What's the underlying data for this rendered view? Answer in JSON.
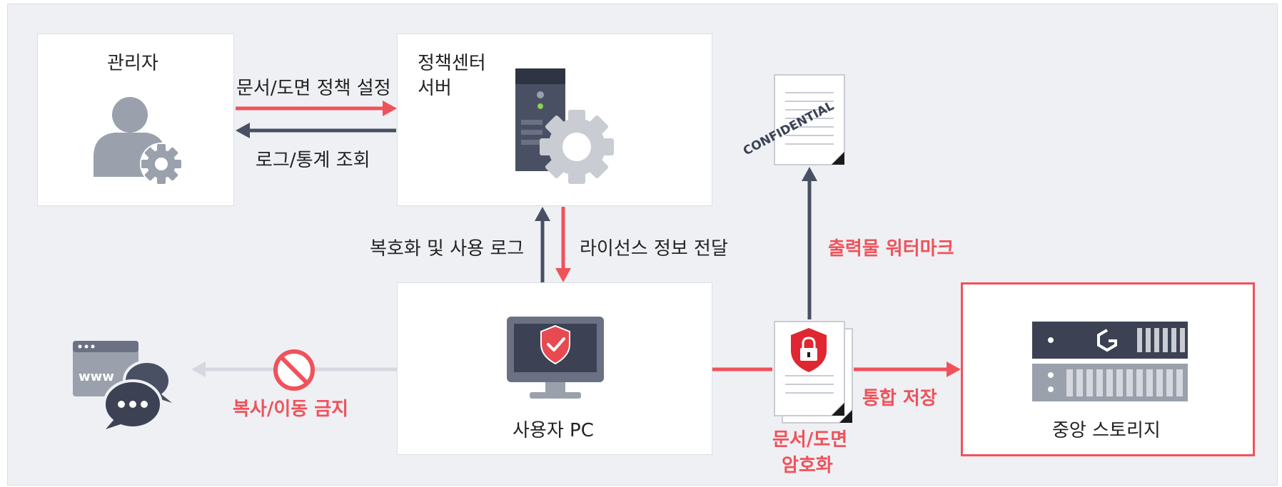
{
  "nodes": {
    "admin": {
      "title": "관리자"
    },
    "policy_server": {
      "title_line1": "정책센터",
      "title_line2": "서버"
    },
    "user_pc": {
      "title": "사용자 PC"
    },
    "central_storage": {
      "title": "중앙 스토리지"
    }
  },
  "edges": {
    "set_policy": "문서/도면 정책 설정",
    "log_stats": "로그/통계 조회",
    "decrypt_log": "복호화 및 사용 로그",
    "license": "라이선스 정보 전달",
    "watermark": "출력물 워터마크",
    "block_copy": "복사/이동 금지",
    "encrypt_line1": "문서/도면",
    "encrypt_line2": "암호화",
    "integrated_storage": "통합 저장"
  },
  "decorations": {
    "confidential_stamp": "CONFIDENTIAL",
    "browser_text": "www"
  },
  "colors": {
    "accent_red": "#f0525b",
    "dark_navy": "#4a5063",
    "gray_icon": "#9aa1ad",
    "light_arrow": "#d5d8de"
  }
}
